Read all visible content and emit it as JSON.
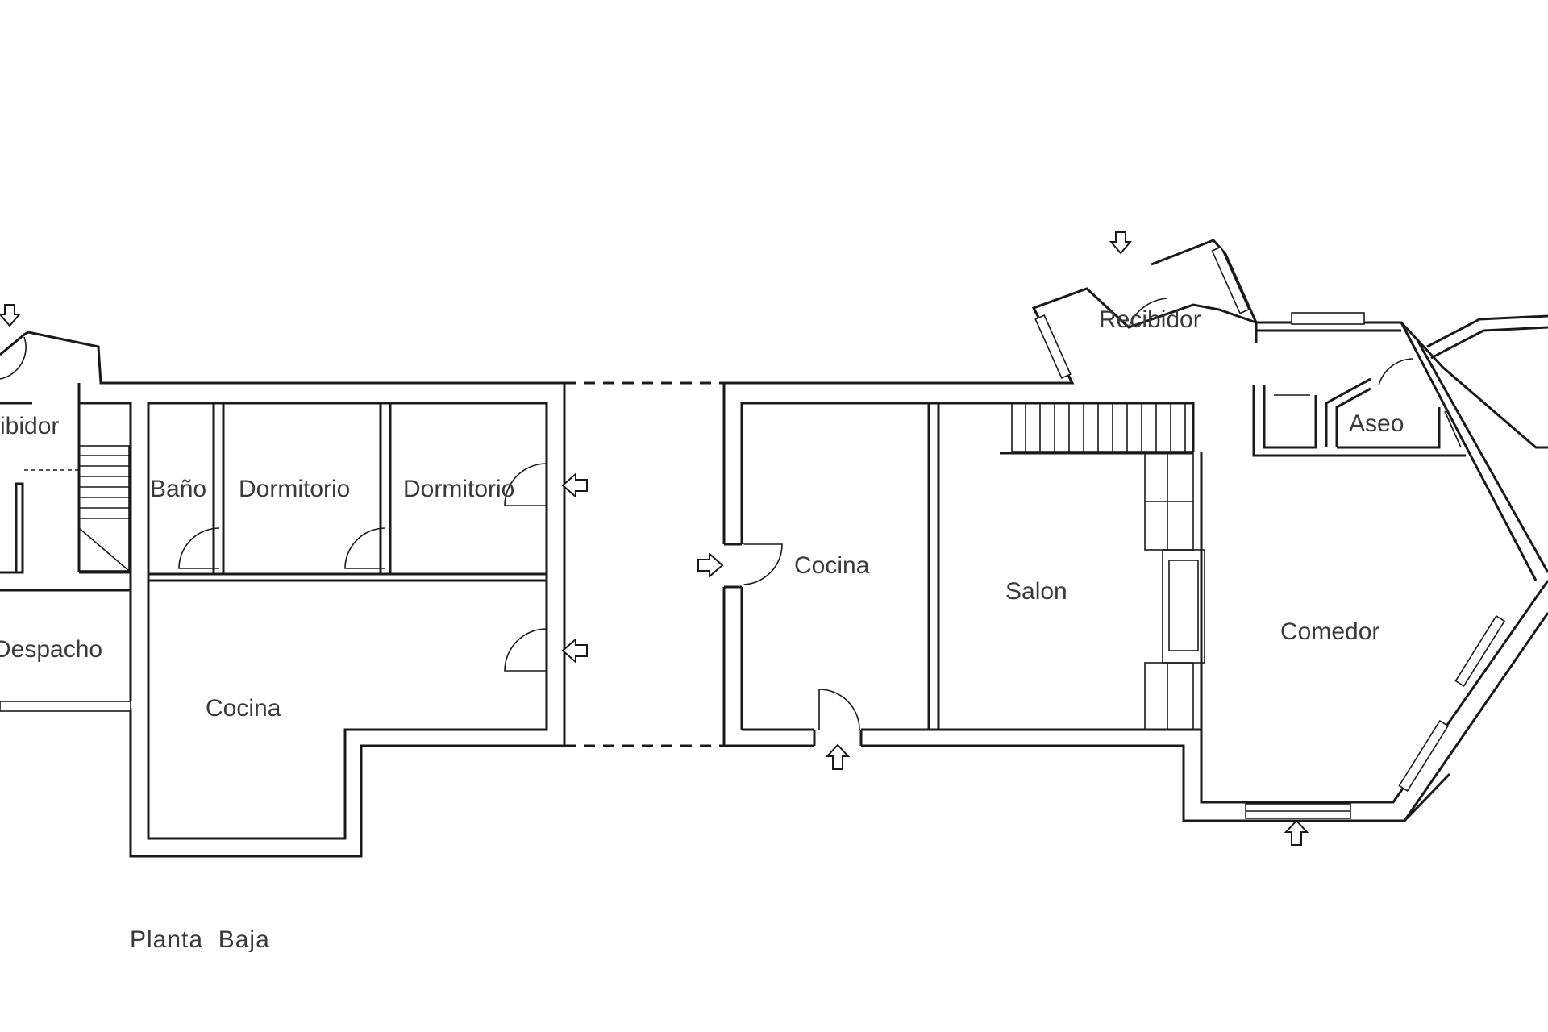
{
  "caption": "Planta  Baja",
  "rooms": {
    "recibidor_left": "ibidor",
    "bano": "Baño",
    "dormitorio_1": "Dormitorio",
    "dormitorio_2": "Dormitorio",
    "despacho": "Despacho",
    "cocina_left": "Cocina",
    "cocina_right": "Cocina",
    "salon": "Salon",
    "recibidor_right": "Recibidor",
    "aseo": "Aseo",
    "comedor": "Comedor"
  }
}
